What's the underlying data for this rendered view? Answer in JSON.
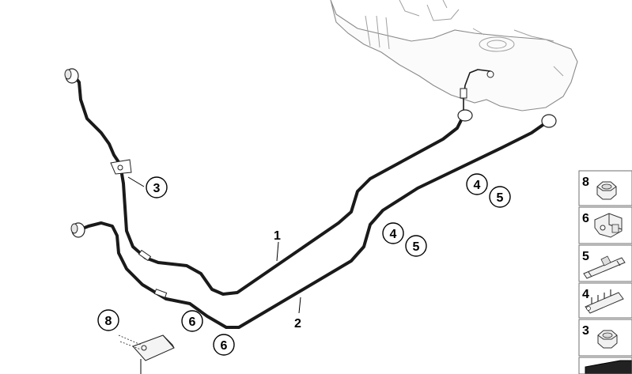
{
  "diagram": {
    "item_labels": {
      "line_1": "1",
      "line_2": "2"
    },
    "callouts": {
      "c3": "3",
      "c4_upper": "4",
      "c5_upper": "5",
      "c4_lower": "4",
      "c5_lower": "5",
      "c6_upper": "6",
      "c6_lower": "6",
      "c8": "8"
    },
    "legend": [
      {
        "number": "8",
        "part": "nut"
      },
      {
        "number": "6",
        "part": "holder"
      },
      {
        "number": "5",
        "part": "clip"
      },
      {
        "number": "4",
        "part": "multi-clip"
      },
      {
        "number": "3",
        "part": "nut"
      }
    ]
  }
}
